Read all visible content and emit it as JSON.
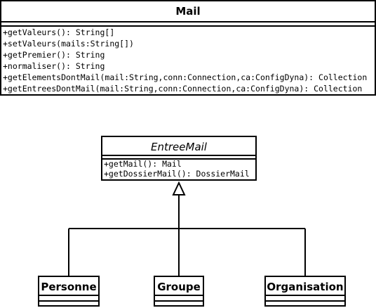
{
  "classes": {
    "mail": {
      "name": "Mail",
      "methods": [
        "+getValeurs(): String[]",
        "+setValeurs(mails:String[])",
        "+getPremier(): String",
        "+normaliser(): String",
        "+getElementsDontMail(mail:String,conn:Connection,ca:ConfigDyna): Collection",
        "+getEntreesDontMail(mail:String,conn:Connection,ca:ConfigDyna): Collection"
      ]
    },
    "entree_mail": {
      "name": "EntreeMail",
      "abstract": true,
      "methods": [
        "+getMail(): Mail",
        "+getDossierMail(): DossierMail"
      ]
    },
    "personne": {
      "name": "Personne"
    },
    "groupe": {
      "name": "Groupe"
    },
    "organisation": {
      "name": "Organisation"
    }
  },
  "relationships": [
    {
      "type": "generalization",
      "from": "Personne",
      "to": "EntreeMail"
    },
    {
      "type": "generalization",
      "from": "Groupe",
      "to": "EntreeMail"
    },
    {
      "type": "generalization",
      "from": "Organisation",
      "to": "EntreeMail"
    }
  ]
}
